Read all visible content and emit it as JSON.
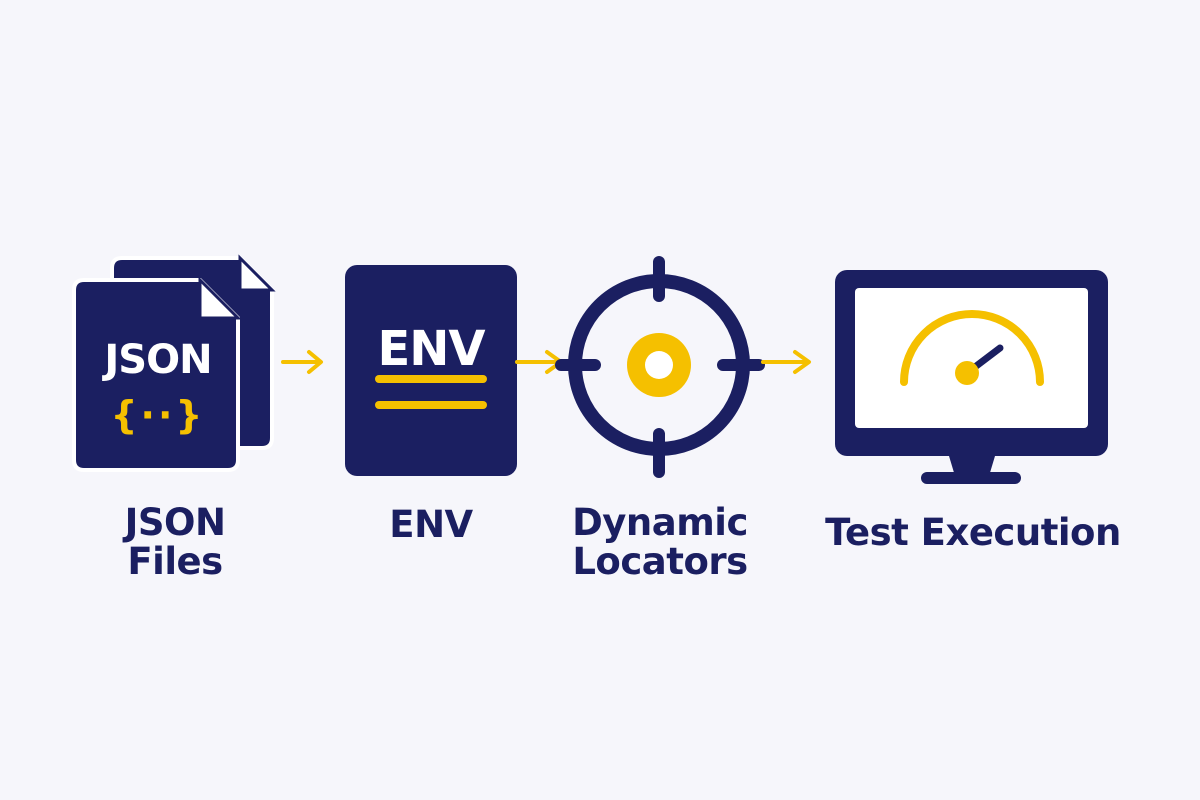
{
  "colors": {
    "background": "#f6f6fb",
    "navy": "#1b1f61",
    "yellow": "#f5c000",
    "white": "#ffffff"
  },
  "stages": [
    {
      "icon": "json-files-icon",
      "icon_text": "JSON",
      "icon_symbol": "{··}",
      "label_line1": "JSON",
      "label_line2": "Files"
    },
    {
      "icon": "env-document-icon",
      "icon_text": "ENV",
      "label_line1": "ENV"
    },
    {
      "icon": "crosshair-target-icon",
      "label_line1": "Dynamic",
      "label_line2": "Locators"
    },
    {
      "icon": "monitor-gauge-icon",
      "label_line1": "Test Execution"
    }
  ],
  "connectors": [
    {
      "icon": "arrow-right-icon"
    },
    {
      "icon": "arrow-right-icon"
    },
    {
      "icon": "arrow-right-icon"
    }
  ]
}
